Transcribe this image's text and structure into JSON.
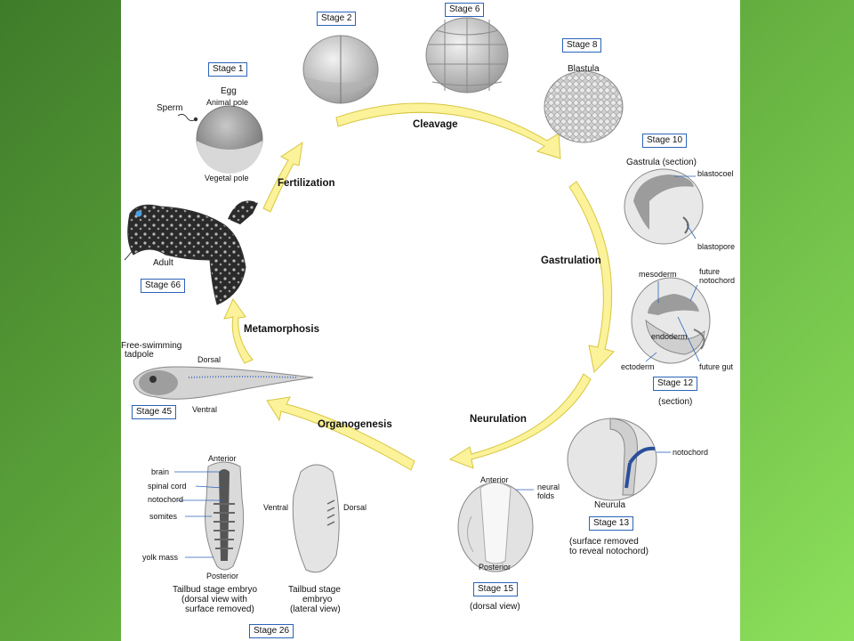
{
  "stages": {
    "s1": "Stage 1",
    "s2": "Stage 2",
    "s6": "Stage 6",
    "s8": "Stage 8",
    "s10": "Stage 10",
    "s12": "Stage 12",
    "s13": "Stage 13",
    "s15": "Stage 15",
    "s26": "Stage 26",
    "s45": "Stage 45",
    "s66": "Stage 66"
  },
  "processes": {
    "cleavage": "Cleavage",
    "fertilization": "Fertilization",
    "gastrulation": "Gastrulation",
    "neurulation": "Neurulation",
    "organogenesis": "Organogenesis",
    "metamorphosis": "Metamorphosis"
  },
  "labels": {
    "egg": "Egg",
    "animal_pole": "Animal pole",
    "vegetal_pole": "Vegetal pole",
    "sperm": "Sperm",
    "blastula": "Blastula",
    "gastrula": "Gastrula (section)",
    "blastocoel": "blastocoel",
    "blastopore": "blastopore",
    "mesoderm": "mesoderm",
    "future_notochord_1": "future",
    "future_notochord_2": "notochord",
    "endoderm": "endoderm",
    "ectoderm": "ectoderm",
    "future_gut": "future gut",
    "section": "(section)",
    "notochord": "notochord",
    "neurula": "Neurula",
    "surface_removed_1": "(surface removed",
    "surface_removed_2": "to reveal notochord)",
    "anterior": "Anterior",
    "neural_folds_1": "neural",
    "neural_folds_2": "folds",
    "posterior": "Posterior",
    "dorsal_view": "(dorsal view)",
    "brain": "brain",
    "spinal_cord": "spinal cord",
    "notochord2": "notochord",
    "somites": "somites",
    "yolk_mass": "yolk mass",
    "anterior2": "Anterior",
    "posterior2": "Posterior",
    "ventral": "Ventral",
    "dorsal": "Dorsal",
    "tailbud1_1": "Tailbud stage embryo",
    "tailbud1_2": "(dorsal view with",
    "tailbud1_3": "surface removed)",
    "tailbud2_1": "Tailbud stage",
    "tailbud2_2": "embryo",
    "tailbud2_3": "(lateral view)",
    "tadpole_1": "Free-swimming",
    "tadpole_2": "tadpole",
    "tadpole_dorsal": "Dorsal",
    "tadpole_ventral": "Ventral",
    "adult": "Adult"
  },
  "colors": {
    "arrow_fill": "#fbf29a",
    "arrow_stroke": "#d8c640",
    "stage_border": "#2c63b8",
    "pointer": "#2c63b8"
  }
}
